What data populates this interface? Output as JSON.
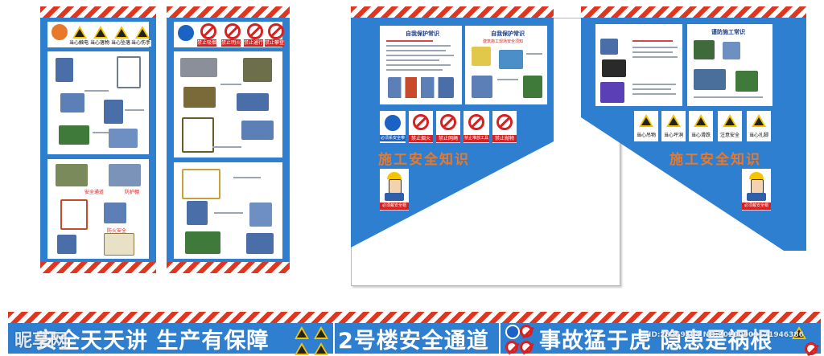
{
  "panel_left_1": {
    "top_signs": [
      "当心触电",
      "当心落物",
      "当心坠落",
      "当心伤手"
    ],
    "card2_label": "安全通道",
    "card2_sub": "防护棚",
    "card2_caption": "防火安全"
  },
  "panel_left_2": {
    "top_signs": [
      "禁止吸烟",
      "禁止明火",
      "禁止通行",
      "禁止攀登"
    ]
  },
  "panel_center": {
    "card1_title": "自我保护常识",
    "card2_title": "自我保护常识",
    "card2_sub": "建筑施工现场安全须知",
    "signs": [
      "必须系安全带",
      "禁止烟火",
      "禁止网绳",
      "禁止堆放工具",
      "禁止抛物"
    ],
    "title": "施工安全知识",
    "helmet_label": "必须戴安全帽"
  },
  "panel_right": {
    "card2_title": "谨防施工常识",
    "signs": [
      "当心吊物",
      "当心坪洞",
      "当心滑跌",
      "注意安全",
      "当心扎脚"
    ],
    "title": "施工安全知识",
    "helmet_label": "必须戴安全帽"
  },
  "banner": {
    "text1": "安全天天讲  生产有保障",
    "text2": "2号楼安全通道",
    "text3": "事故猛于虎  隐患是祸根"
  },
  "watermark": {
    "left": "昵享网",
    "right": "ID:26259194 NO:20200909171946386"
  },
  "colors": {
    "blue": "#2f7fd1",
    "hazard_red": "#e0351f",
    "title_orange": "#e7792b"
  }
}
